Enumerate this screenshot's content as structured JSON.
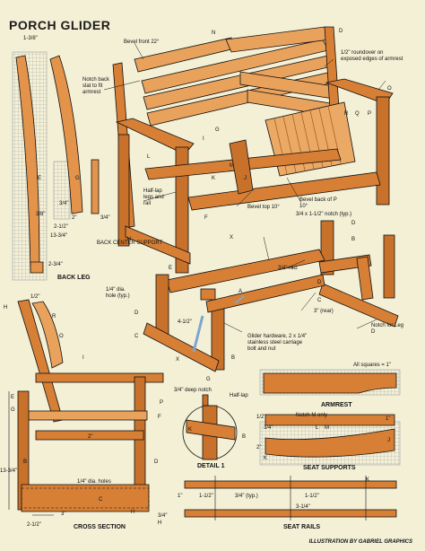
{
  "title": "PORCH GLIDER",
  "credit": "ILLUSTRATION BY GABRIEL GRAPHICS",
  "grid_note": "All squares = 1\"",
  "captions": {
    "back_center_support": "BACK CENTER SUPPORT",
    "back_leg": "BACK LEG",
    "cross_section": "CROSS SECTION",
    "detail_1": "DETAIL 1",
    "armrest": "ARMREST",
    "seat_supports": "SEAT SUPPORTS",
    "seat_rails": "SEAT RAILS"
  },
  "notes": {
    "bevel_front": "Bevel front 22°",
    "notch_back_slat": "Notch back slat to fit armrest",
    "roundover": "1/2\" roundover on exposed edges of armrest",
    "half_lap_legs": "Half-lap legs and rail",
    "bevel_top": "Bevel top 10°",
    "bevel_back": "Bevel back of P 10°",
    "notch_typ": "3/4 x 1-1/2\" notch (typ.)",
    "rad": "3/4\" rad.",
    "hole_typ": "1/4\" dia. hole (typ.)",
    "glider_hardware": "Glider hardware, 2 x 1/4\" stainless steel carriage bolt and nut",
    "notch_for_leg": "Notch for Leg D",
    "rear": "3\" (rear)",
    "deep_notch": "3/4\" deep notch",
    "half_lap": "Half-lap",
    "notch_m_only": "Notch M only",
    "holes": "1/4\" dia. holes"
  },
  "dims": {
    "d_1_3_8": "1-3/8\"",
    "d_3_8": "3/8\"",
    "d_2": "2\"",
    "d_3_4": "3/4\"",
    "d_2_1_2": "2-1/2\"",
    "d_13_3_4": "13-3/4\"",
    "d_2_3_4": "2-3/4\"",
    "d_1_2": "1/2\"",
    "d_4_1_2": "4-1/2\"",
    "d_1": "1\"",
    "d_1_1_2": "1-1/2\"",
    "d_3_4_typ": "3/4\" (typ.)",
    "d_3": "3\"",
    "d_3_1_4": "3-1/4\""
  },
  "letters": {
    "a": "A",
    "b": "B",
    "c": "C",
    "d": "D",
    "e": "E",
    "f": "F",
    "g": "G",
    "h": "H",
    "i": "I",
    "j": "J",
    "k": "K",
    "l": "L",
    "m": "M",
    "n": "N",
    "o": "O",
    "p": "P",
    "q": "Q",
    "r": "R",
    "x": "X"
  },
  "colors": {
    "background": "#f4f0d6",
    "wood_light": "#e9a25c",
    "wood": "#d77f34",
    "wood_dark": "#a8581c",
    "grid": "#9aa0a2",
    "line": "#111111"
  }
}
